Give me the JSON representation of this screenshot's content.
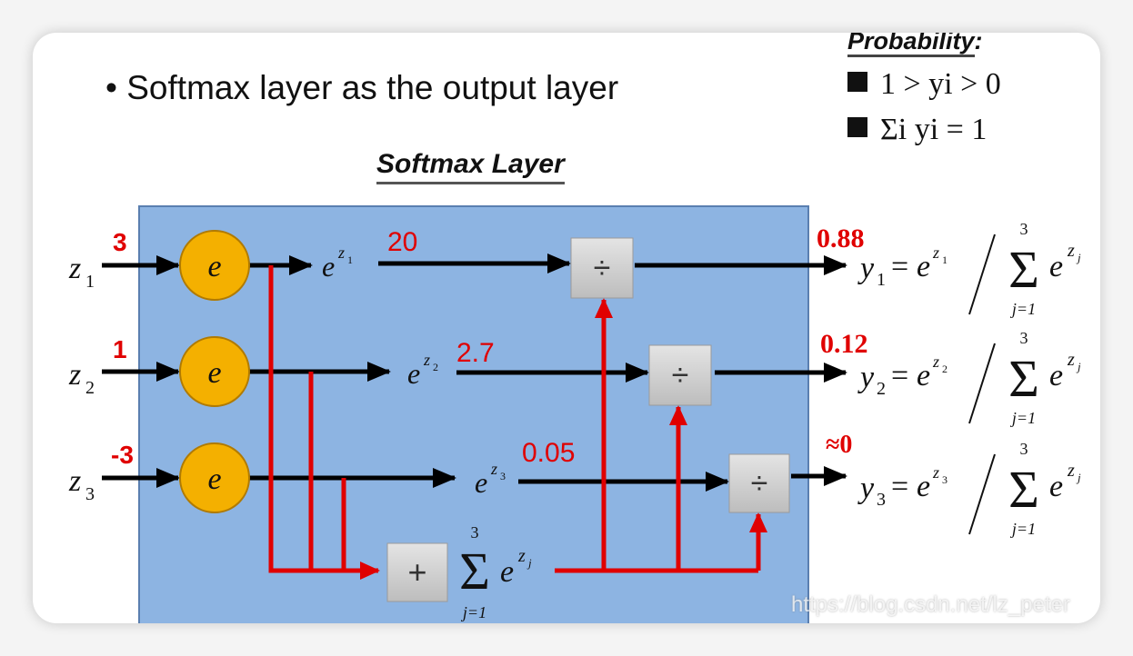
{
  "bullet": {
    "marker": "•",
    "text": "Softmax layer as the output layer"
  },
  "probability": {
    "title": "Probability",
    "colon": ":",
    "item1": "1 > yi > 0",
    "item2": "Σi yi = 1"
  },
  "layer": {
    "title": "Softmax Layer"
  },
  "inputs": [
    {
      "label": "z",
      "sub": "1",
      "value": "3"
    },
    {
      "label": "z",
      "sub": "2",
      "value": "1"
    },
    {
      "label": "z",
      "sub": "3",
      "value": "-3"
    }
  ],
  "exp_node_symbol": "e",
  "exp_outputs": [
    {
      "base": "e",
      "sup": "z",
      "supsub": "1",
      "value": "20"
    },
    {
      "base": "e",
      "sup": "z",
      "supsub": "2",
      "value": "2.7"
    },
    {
      "base": "e",
      "sup": "z",
      "supsub": "3",
      "value": "0.05"
    }
  ],
  "divide_symbol": "÷",
  "sum": {
    "plus_symbol": "+",
    "sigma": "Σ",
    "upper": "3",
    "lower": "j=1",
    "term_base": "e",
    "term_sup": "z",
    "term_supsub": "j"
  },
  "outputs": [
    {
      "value": "0.88",
      "y": "y",
      "sub": "1"
    },
    {
      "value": "0.12",
      "y": "y",
      "sub": "2"
    },
    {
      "value": "≈0",
      "y": "y",
      "sub": "3"
    }
  ],
  "output_formula": {
    "equals": "=",
    "sigma": "Σ",
    "upper": "3",
    "lower": "j=1"
  },
  "watermark": "https://blog.csdn.net/lz_peter",
  "colors": {
    "accent_red": "#e00000",
    "node_fill": "#f4b000",
    "node_stroke": "#b07a00",
    "box_fill": "#8db4e2",
    "gray_box": "#cfcfcf",
    "arrow_black": "#000000"
  }
}
